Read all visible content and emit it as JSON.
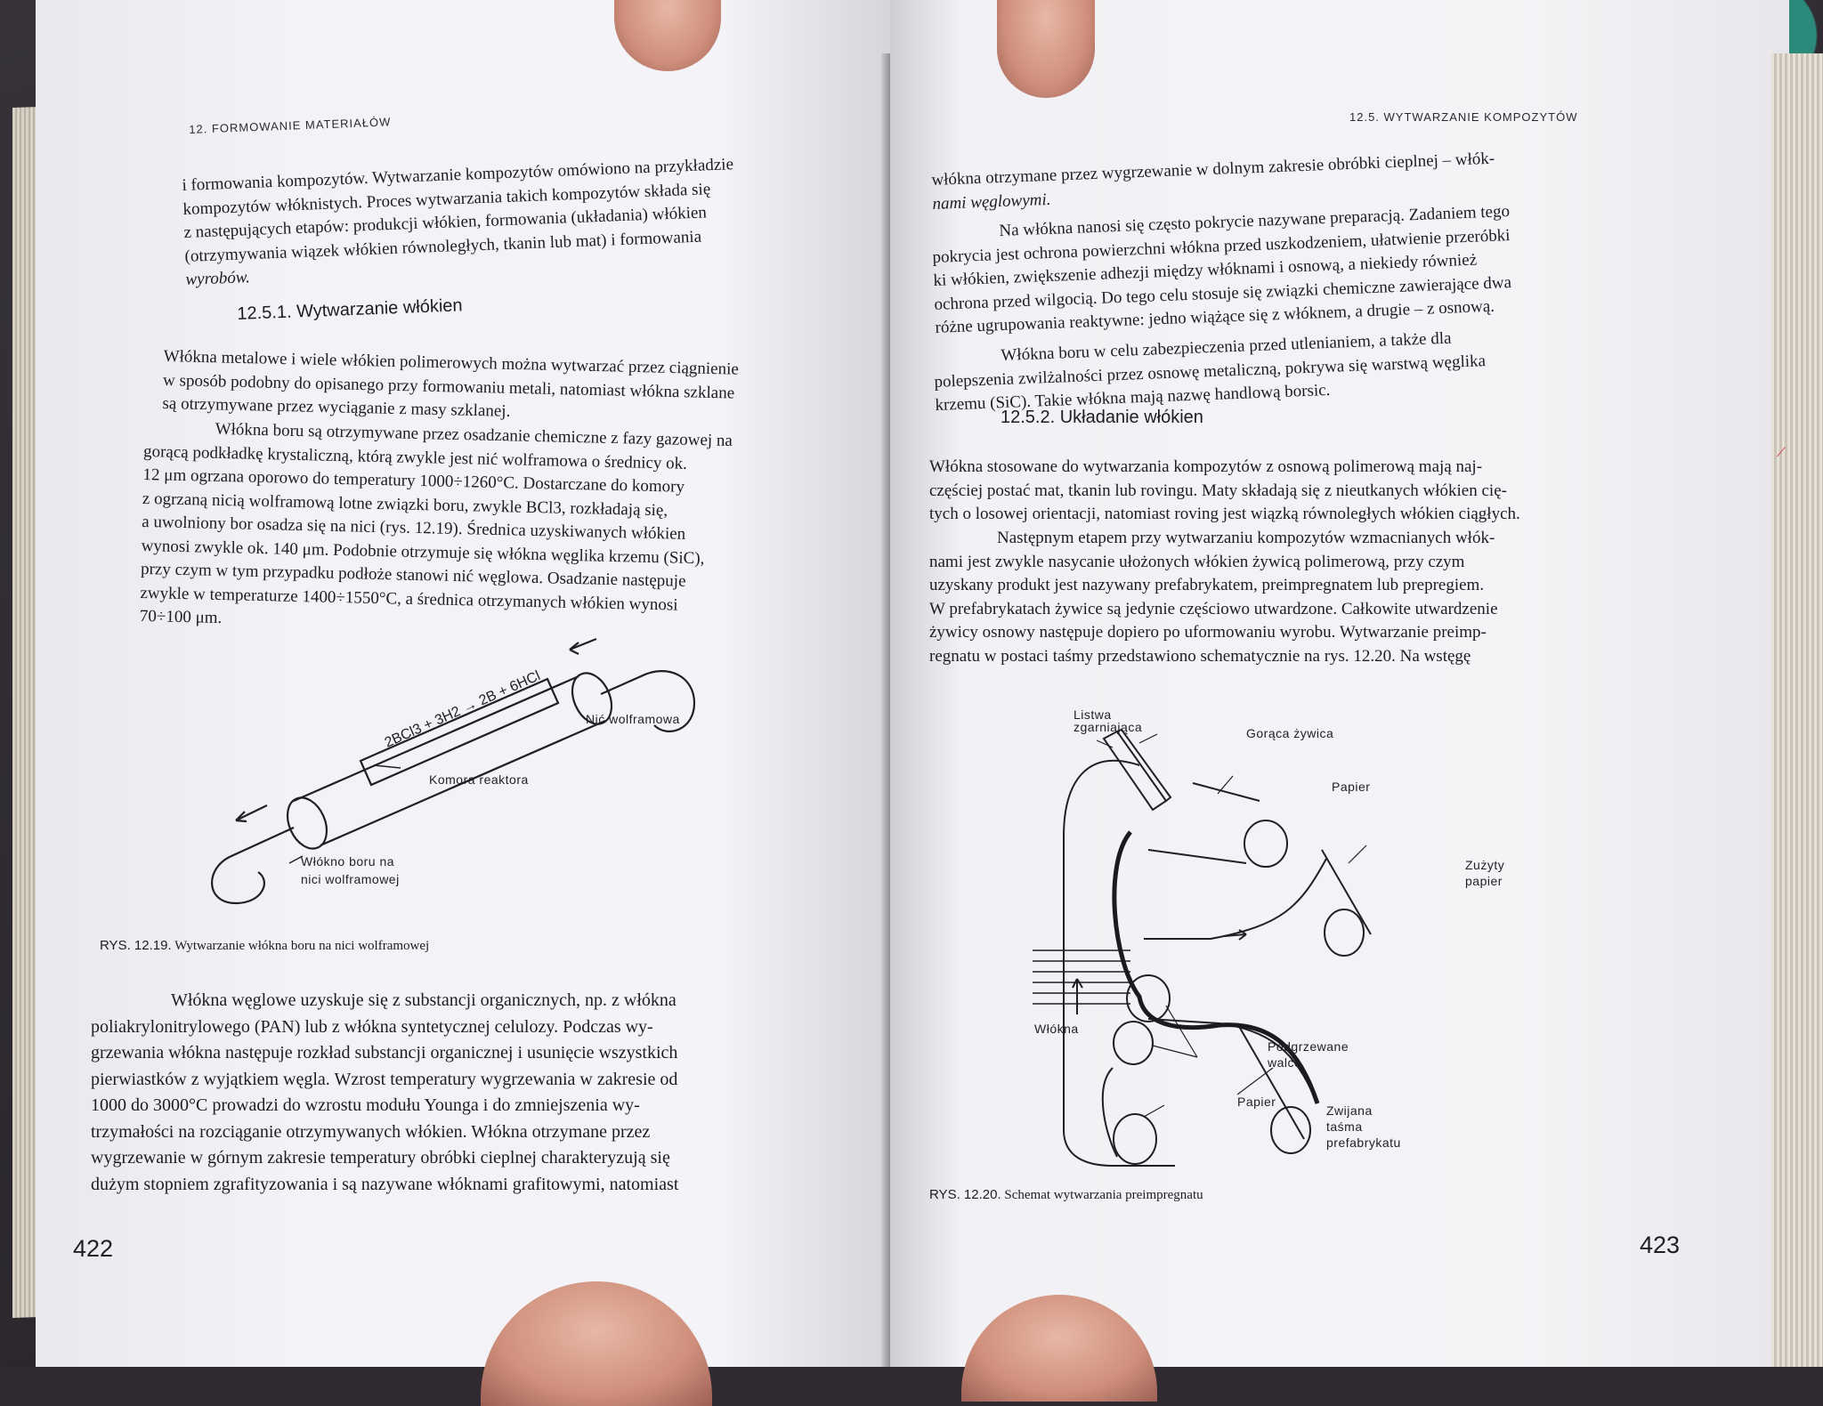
{
  "left_page": {
    "running_head": "12. FORMOWANIE MATERIAŁÓW",
    "intro_lines": [
      "i formowania kompozytów. Wytwarzanie kompozytów omówiono na przykładzie",
      "kompozytów włóknistych. Proces wytwarzania takich kompozytów składa się",
      "z następujących etapów: produkcji włókien, formowania (układania) włókien",
      "(otrzymywania wiązek włókien równoległych, tkanin lub mat) i formowania",
      "wyrobów."
    ],
    "section_heading": "12.5.1. Wytwarzanie włókien",
    "para1_lines": [
      "Włókna metalowe i wiele włókien polimerowych można wytwarzać przez ciągnienie",
      "w sposób podobny do opisanego przy formowaniu metali, natomiast włókna szklane",
      "są otrzymywane przez wyciąganie z masy szklanej."
    ],
    "para2_lines": [
      "Włókna boru są otrzymywane przez osadzanie chemiczne z fazy gazowej na",
      "gorącą podkładkę krystaliczną, którą zwykle jest nić wolframowa o średnicy ok.",
      "12 μm ogrzana oporowo do temperatury 1000÷1260°C. Dostarczane do komory",
      "z ogrzaną nicią wolframową lotne związki boru, zwykle BCl3, rozkładają się,",
      "a uwolniony bor osadza się na nici (rys. 12.19). Średnica uzyskiwanych włókien",
      "wynosi zwykle ok. 140 μm. Podobnie otrzymuje się włókna węglika krzemu (SiC),",
      "przy czym w tym przypadku podłoże stanowi nić węglowa. Osadzanie następuje",
      "zwykle w temperaturze 1400÷1550°C, a średnica otrzymanych włókien wynosi",
      "70÷100 μm."
    ],
    "fig1": {
      "equation": "2BCl3 + 3H2 → 2B + 6HCl",
      "label_wire": "Nić wolframowa",
      "label_chamber": "Komora reaktora",
      "label_fiber_1": "Włókno boru na",
      "label_fiber_2": "nici wolframowej",
      "caption_num": "RYS. 12.19.",
      "caption_text": "Wytwarzanie włókna boru na nici wolframowej"
    },
    "para3_lines": [
      "Włókna węglowe uzyskuje się z substancji organicznych, np. z włókna",
      "poliakrylonitrylowego (PAN) lub z włókna syntetycznej celulozy. Podczas wy-",
      "grzewania włókna następuje rozkład substancji organicznej i usunięcie wszystkich",
      "pierwiastków z wyjątkiem węgla. Wzrost temperatury wygrzewania w zakresie od",
      "1000 do 3000°C prowadzi do wzrostu modułu Younga i do zmniejszenia wy-",
      "trzymałości na rozciąganie otrzymywanych włókien. Włókna otrzymane przez",
      "wygrzewanie w górnym zakresie temperatury obróbki cieplnej charakteryzują się",
      "dużym stopniem zgrafityzowania i są nazywane włóknami grafitowymi, natomiast"
    ],
    "page_number": "422"
  },
  "right_page": {
    "running_head": "12.5. WYTWARZANIE KOMPOZYTÓW",
    "para1_lines": [
      "włókna otrzymane przez wygrzewanie w dolnym zakresie obróbki cieplnej – włók-",
      "nami węglowymi."
    ],
    "para2_lines": [
      "Na włókna nanosi się często pokrycie nazywane preparacją. Zadaniem tego",
      "pokrycia jest ochrona powierzchni włókna przed uszkodzeniem, ułatwienie przeróbki",
      "ki włókien, zwiększenie adhezji między włóknami i osnową, a niekiedy również",
      "ochrona przed wilgocią. Do tego celu stosuje się związki chemiczne zawierające dwa",
      "różne ugrupowania reaktywne: jedno wiążące się z włóknem, a drugie – z osnową."
    ],
    "para3_lines": [
      "Włókna boru w celu zabezpieczenia przed utlenianiem, a także dla",
      "polepszenia zwilżalności przez osnowę metaliczną, pokrywa się warstwą węglika",
      "krzemu (SiC). Takie włókna mają nazwę handlową borsic."
    ],
    "section_heading": "12.5.2. Układanie włókien",
    "para4_lines": [
      "Włókna stosowane do wytwarzania kompozytów z osnową polimerową mają naj-",
      "częściej postać mat, tkanin lub rovingu. Maty składają się z nieutkanych włókien cię-",
      "tych o losowej orientacji, natomiast roving jest wiązką równoległych włókien ciągłych."
    ],
    "para5_lines": [
      "Następnym etapem przy wytwarzaniu kompozytów wzmacnianych włók-",
      "nami jest zwykle nasycanie ułożonych włókien żywicą polimerową, przy czym",
      "uzyskany produkt jest nazywany prefabrykatem, preimpregnatem lub prepregiem.",
      "W prefabrykatach żywice są jedynie częściowo utwardzone. Całkowite utwardzenie",
      "żywicy osnowy następuje dopiero po uformowaniu wyrobu. Wytwarzanie preimp-",
      "regnatu w postaci taśmy przedstawiono schematycznie na rys. 12.20. Na wstęgę"
    ],
    "fig2": {
      "label_scraper_1": "Listwa",
      "label_scraper_2": "zgarniająca",
      "label_resin": "Gorąca żywica",
      "label_paper_top": "Papier",
      "label_used_1": "Zużyty",
      "label_used_2": "papier",
      "label_fiber": "Włókna",
      "label_rollers_1": "Podgrzewane",
      "label_rollers_2": "walce",
      "label_paper_bottom": "Papier",
      "label_tape_1": "Zwijana",
      "label_tape_2": "taśma",
      "label_tape_3": "prefabrykatu",
      "caption_num": "RYS. 12.20.",
      "caption_text": "Schemat wytwarzania preimpregnatu"
    },
    "page_number": "423"
  }
}
